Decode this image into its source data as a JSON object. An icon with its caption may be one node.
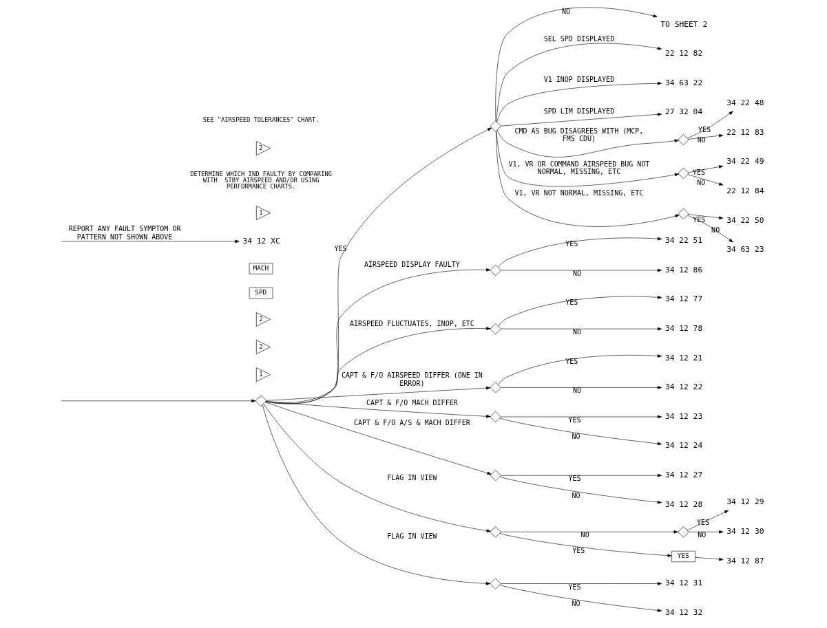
{
  "diagram": {
    "nodes": [
      {
        "text": [],
        "shape": "diamond"
      },
      {
        "text": [],
        "shape": "diamond"
      },
      {
        "text": [
          "TO SHEET 2"
        ]
      },
      {
        "text": [
          "22 12 82"
        ]
      },
      {
        "text": [
          "34 63 22"
        ]
      },
      {
        "text": [
          "27 32 04"
        ]
      },
      {
        "text": [],
        "shape": "diamond"
      },
      {
        "text": [
          "34 22 48"
        ]
      },
      {
        "text": [
          "22 12 83"
        ]
      },
      {
        "text": [],
        "shape": "diamond"
      },
      {
        "text": [
          "34 22 49"
        ]
      },
      {
        "text": [
          "22 12 84"
        ]
      },
      {
        "text": [],
        "shape": "diamond"
      },
      {
        "text": [
          "34 22 50"
        ]
      },
      {
        "text": [
          "34 63 23"
        ]
      },
      {
        "text": [],
        "shape": "diamond"
      },
      {
        "text": [
          "34 22 51"
        ]
      },
      {
        "text": [
          "34 12 86"
        ]
      },
      {
        "text": [],
        "shape": "diamond"
      },
      {
        "text": [
          "34 12 77"
        ]
      },
      {
        "text": [
          "34 12 78"
        ]
      },
      {
        "text": [
          "1"
        ]
      },
      {
        "text": [],
        "shape": "diamond"
      },
      {
        "text": [
          "34 12 21"
        ]
      },
      {
        "text": [
          "34 12 22"
        ]
      },
      {
        "text": [
          "2"
        ]
      },
      {
        "text": [],
        "shape": "diamond"
      },
      {
        "text": [
          "34 12 23"
        ]
      },
      {
        "text": [
          "34 12 24"
        ]
      },
      {
        "text": [
          "2"
        ]
      },
      {
        "text": [],
        "shape": "diamond"
      },
      {
        "text": [
          "34 12 27"
        ]
      },
      {
        "text": [
          "34 12 28"
        ]
      },
      {
        "text": [
          "SPD"
        ]
      },
      {
        "text": [],
        "shape": "diamond"
      },
      {
        "text": [],
        "shape": "diamond"
      },
      {
        "text": [
          "34 12 29"
        ]
      },
      {
        "text": [
          "34 12 30"
        ]
      },
      {
        "text": [
          "YES"
        ]
      },
      {
        "text": [
          "34 12 87"
        ]
      },
      {
        "text": [
          "MACH"
        ]
      },
      {
        "text": [],
        "shape": "diamond"
      },
      {
        "text": [
          "34 12 31"
        ]
      },
      {
        "text": [
          "34 12 32"
        ]
      },
      {
        "text": [
          "34 12 XC"
        ]
      },
      {
        "text": [
          "1"
        ],
        "beside": [
          "DETERMINE WHICH IND FAULTY BY COMPARING WITH  STBY AIRSPEED AND/OR USING PERFORMANCE CHARTS."
        ]
      },
      {
        "text": [
          "2"
        ],
        "beside": [
          "SEE \"AIRSPEED TOLERANCES\" CHART."
        ]
      }
    ],
    "edges": [
      {
        "from": null,
        "to": 0,
        "arrow": "to"
      },
      {
        "from": 0,
        "to": 1,
        "arrow": "to",
        "label": "YES"
      },
      {
        "from": 1,
        "to": 2,
        "arrow": "to",
        "label": "NO"
      },
      {
        "from": 1,
        "to": 3,
        "arrow": "to",
        "label": "SEL SPD DISPLAYED"
      },
      {
        "from": 1,
        "to": 4,
        "arrow": "to",
        "label": "V1 INOP DISPLAYED"
      },
      {
        "from": 1,
        "to": 5,
        "arrow": "to",
        "label": "SPD LIM DISPLAYED"
      },
      {
        "from": 1,
        "to": 6,
        "arrow": "to",
        "label": "CMD AS BUG DISAGREES WITH (MCP, FMS CDU)"
      },
      {
        "from": 6,
        "to": 7,
        "arrow": "to",
        "label": "YES"
      },
      {
        "from": 6,
        "to": 8,
        "arrow": "to",
        "label": "NO"
      },
      {
        "from": 1,
        "to": 9,
        "arrow": "to",
        "label": "V1, VR OR COMMAND AIRSPEED BUG NOT NORMAL, MISSING, ETC"
      },
      {
        "from": 9,
        "to": 10,
        "arrow": "to",
        "label": "YES"
      },
      {
        "from": 9,
        "to": 11,
        "arrow": "to",
        "label": "NO"
      },
      {
        "from": 1,
        "to": 12,
        "arrow": "to",
        "label": "V1, VR NOT NORMAL, MISSING, ETC"
      },
      {
        "from": 12,
        "to": 13,
        "arrow": "to",
        "label": "YES"
      },
      {
        "from": 12,
        "to": 14,
        "arrow": "to",
        "label": "NO"
      },
      {
        "from": 0,
        "to": 15,
        "arrow": "to",
        "label": "AIRSPEED DISPLAY FAULTY"
      },
      {
        "from": 15,
        "to": 16,
        "arrow": "to",
        "label": "YES"
      },
      {
        "from": 15,
        "to": 17,
        "arrow": "to",
        "label": "NO"
      },
      {
        "from": 0,
        "to": 18,
        "arrow": "to",
        "label": "AIRSPEED FLUCTUATES, INOP, ETC"
      },
      {
        "from": 18,
        "to": 19,
        "arrow": "to",
        "label": "YES"
      },
      {
        "from": 18,
        "to": 20,
        "arrow": "to",
        "label": "NO"
      },
      {
        "from": 0,
        "to": 22,
        "arrow": "to",
        "label": "CAPT & F/O AIRSPEED DIFFER (ONE IN ERROR)"
      },
      {
        "from": 22,
        "to": 23,
        "arrow": "to",
        "label": "YES"
      },
      {
        "from": 22,
        "to": 24,
        "arrow": "to",
        "label": "NO"
      },
      {
        "from": 0,
        "to": 26,
        "arrow": "to",
        "label": "CAPT & F/O MACH DIFFER"
      },
      {
        "from": 26,
        "to": 27,
        "arrow": "to",
        "label": "YES"
      },
      {
        "from": 26,
        "to": 28,
        "arrow": "to",
        "label": "NO"
      },
      {
        "from": 0,
        "to": 30,
        "arrow": "to",
        "label": "CAPT & F/O A/S & MACH DIFFER"
      },
      {
        "from": 30,
        "to": 31,
        "arrow": "to",
        "label": "YES"
      },
      {
        "from": 30,
        "to": 32,
        "arrow": "to",
        "label": "NO"
      },
      {
        "from": 0,
        "to": 34,
        "arrow": "to",
        "label": "FLAG IN VIEW"
      },
      {
        "from": 34,
        "to": 35,
        "arrow": "to",
        "label": "NO"
      },
      {
        "from": 35,
        "to": 36,
        "arrow": "to",
        "label": "YES"
      },
      {
        "from": 35,
        "to": 37,
        "arrow": "to",
        "label": "NO"
      },
      {
        "from": 34,
        "to": 38,
        "arrow": "to",
        "label": "YES"
      },
      {
        "from": 38,
        "to": 39,
        "arrow": "to"
      },
      {
        "from": 0,
        "to": 41,
        "arrow": "to",
        "label": "FLAG IN VIEW"
      },
      {
        "from": 41,
        "to": 42,
        "arrow": "to",
        "label": "YES"
      },
      {
        "from": 41,
        "to": 43,
        "arrow": "to",
        "label": "NO"
      },
      {
        "from": null,
        "to": 44,
        "arrow": "to",
        "label": "REPORT ANY FAULT SYMPTOM OR PATTERN NOT SHOWN ABOVE"
      }
    ]
  }
}
